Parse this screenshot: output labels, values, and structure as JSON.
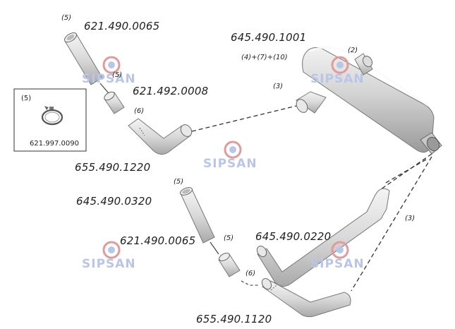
{
  "parts": {
    "tailpipe_top": "621.490.0065",
    "clamp_top": "621.492.0008",
    "muffler": "645.490.1001",
    "muffler_components": "(4)+(7)+(10)",
    "front_pipe_top": "655.490.1220",
    "clamp_detail": "621.997.0090",
    "pipe_assembly": "645.490.0320",
    "tailpipe_bottom": "621.490.0065",
    "rear_pipe": "645.490.0220",
    "front_pipe_bottom": "655.490.1120"
  },
  "callouts": {
    "c5_tailpipe_top": "(5)",
    "c5_clamp_top": "(5)",
    "c6_top": "(6)",
    "c2_muffler_outlet": "(2)",
    "c3_muffler_inlet": "(3)",
    "c5_detail": "(5)",
    "c5_tailpipe_bottom": "(5)",
    "c5_clamp_bottom": "(5)",
    "c6_bottom": "(6)",
    "c3_right": "(3)"
  },
  "watermark": {
    "brand": "SIPSAN",
    "color": "#b9c6e8",
    "accent": "#e39a9a"
  }
}
